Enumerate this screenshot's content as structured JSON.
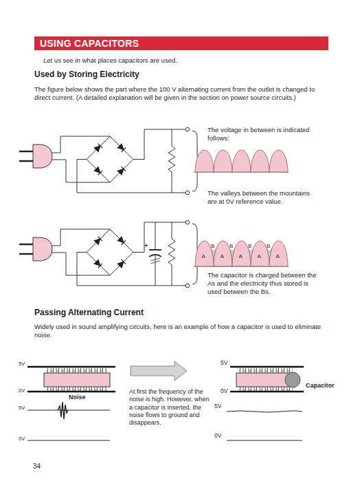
{
  "diagram": {
    "title": "USING CAPACITORS",
    "labels": [
      "Let us see in what places capacitors are used.",
      "Used by Storing Electricity",
      "The figure below shows the part where the 100 V alternating current from the outlet is changed to direct current. (A detailed explanation will be given in the section on power source circuits.)",
      "The voltage in between is indicated follows:",
      "The valleys between the mountains are at 0V reference value.",
      "+",
      "A",
      "B",
      "A",
      "B",
      "A",
      "B",
      "A",
      "B",
      "A",
      "The capacitor is charged between the As and the electricity thus stored is used between the Bs.",
      "Passing Alternating Current",
      "Widely used in sound amplifying circuits, here is an example of how a capacitor is used to eliminate noise.",
      "5V",
      "0V",
      "Noise",
      "5V",
      "0V",
      "At first the frequency of the noise is high. However, when a capacitor is inserted, the noise flows to ground and disappears.",
      "5V",
      "0V",
      "Capacitor",
      "5V",
      "0V",
      "34"
    ]
  }
}
